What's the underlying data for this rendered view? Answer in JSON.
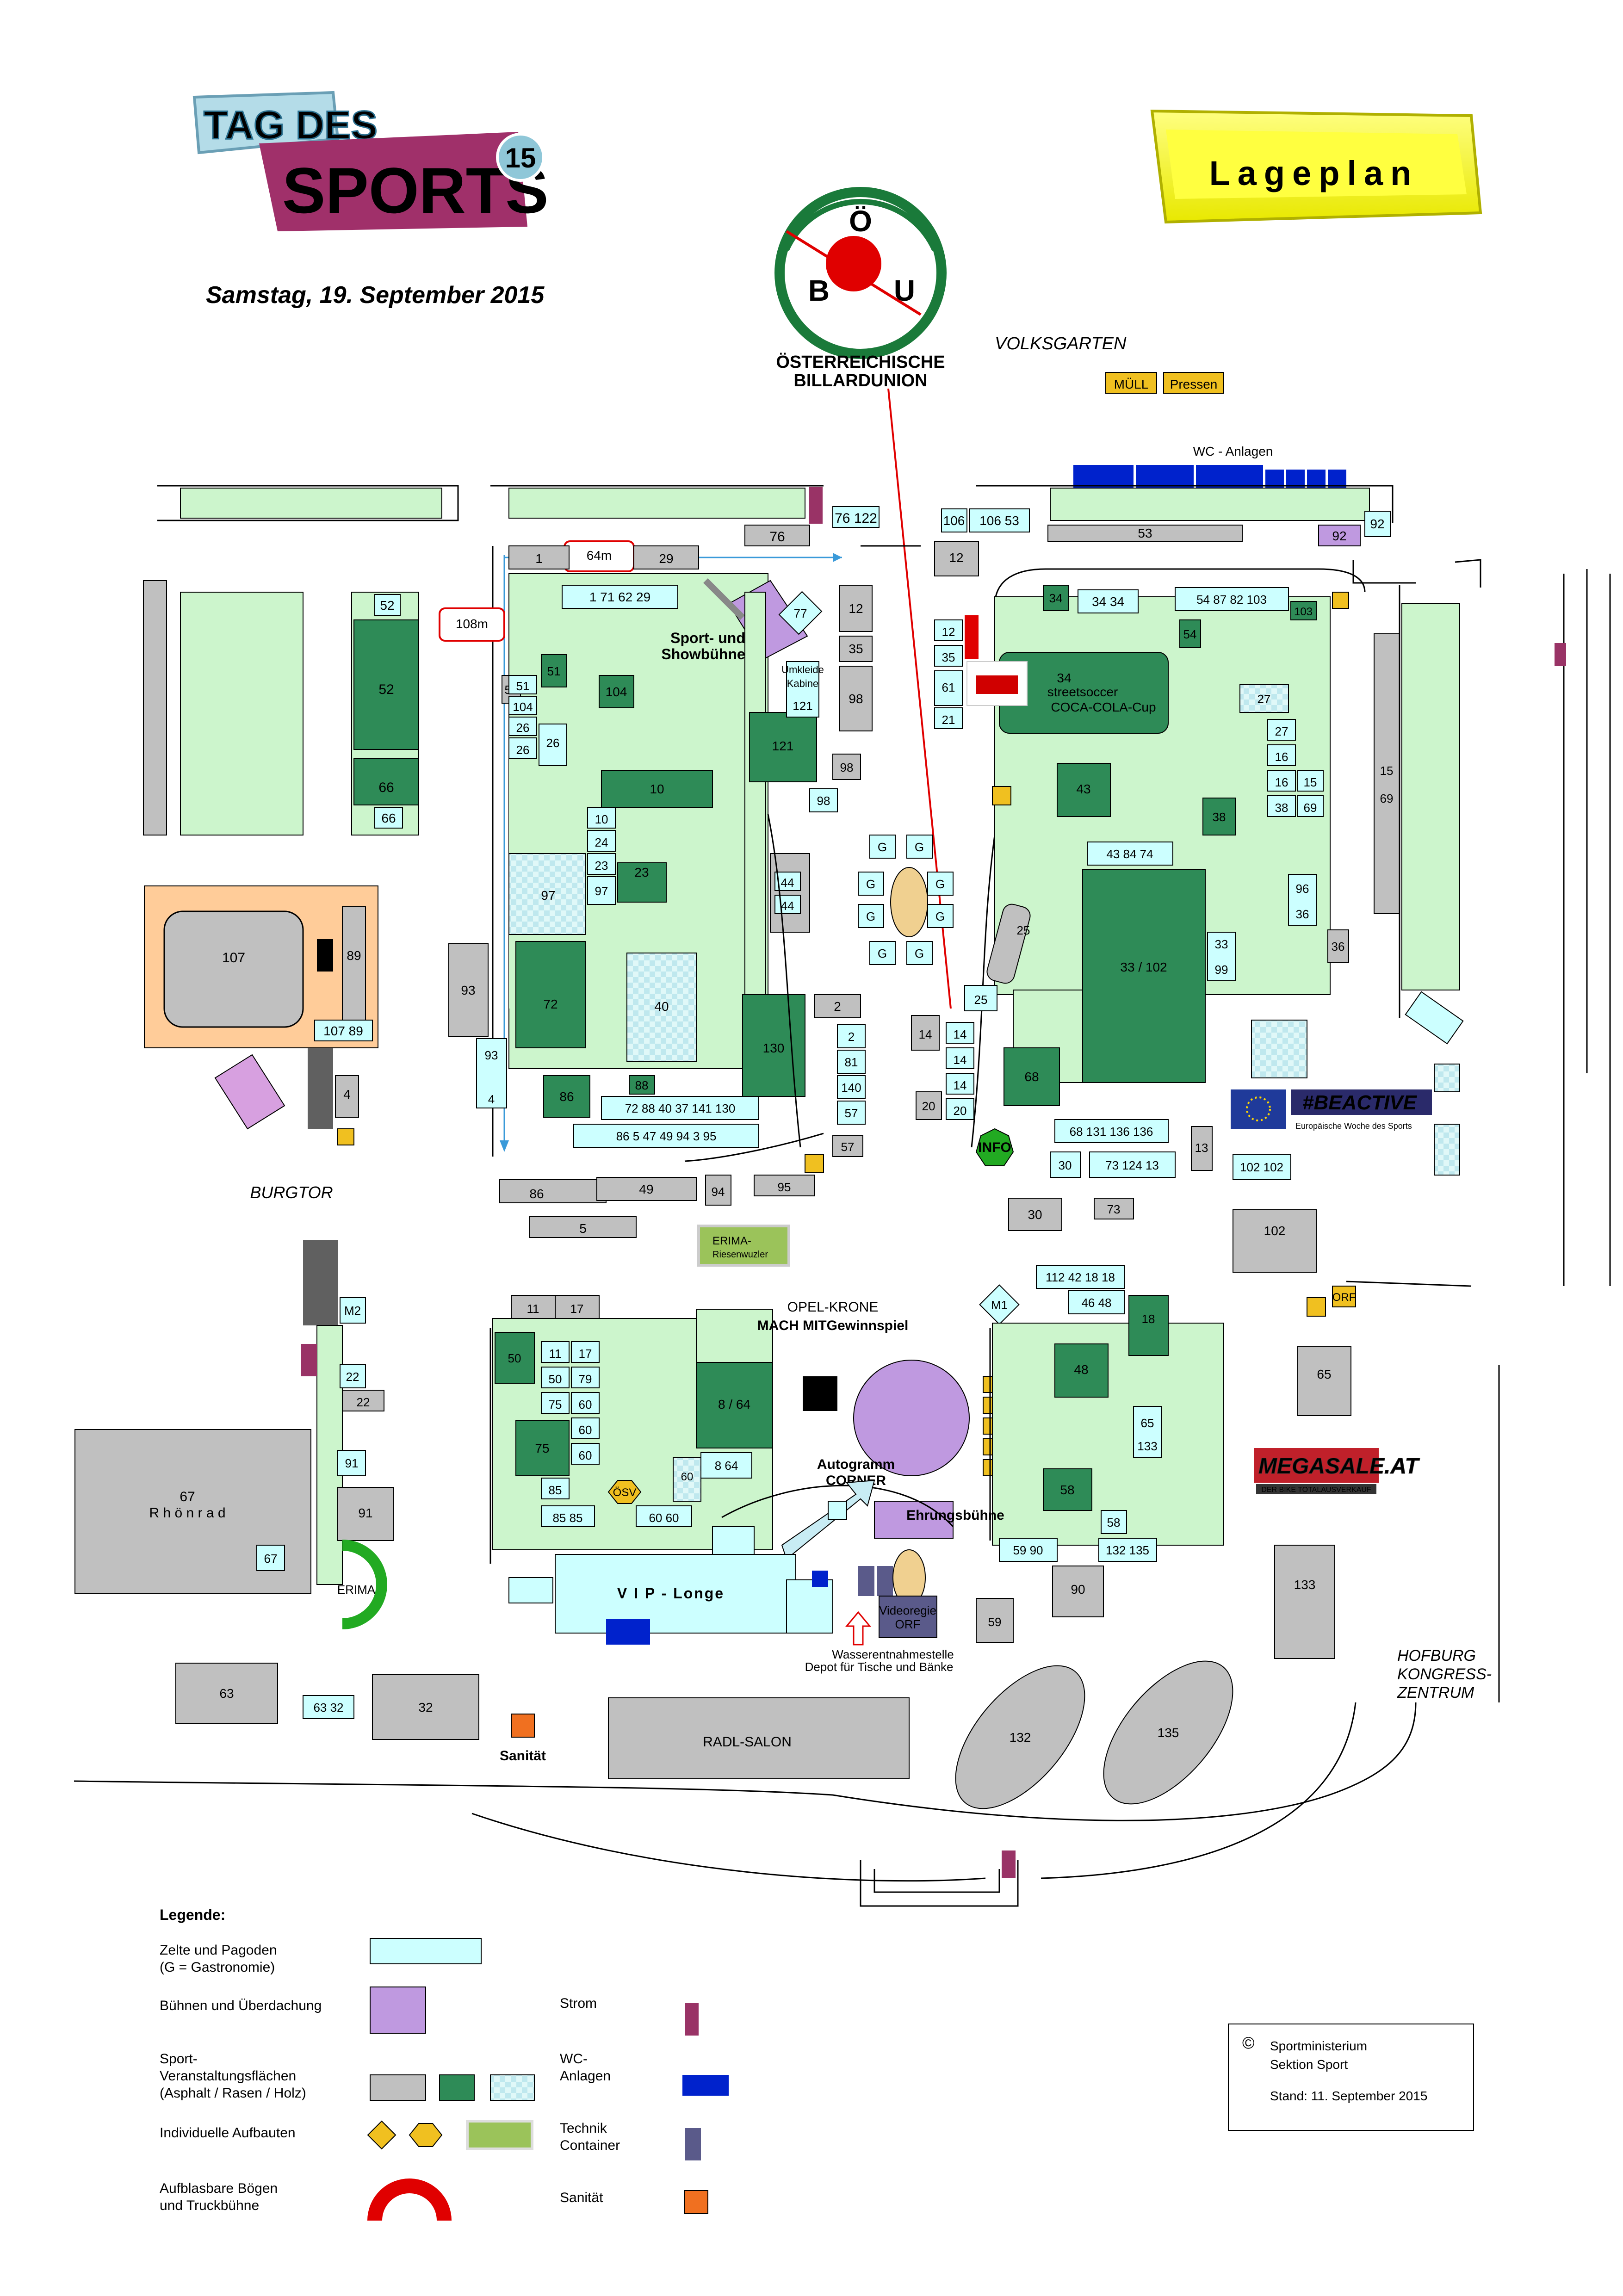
{
  "header": {
    "logo_line1": "TAG DES",
    "logo_line2": "SPORTS",
    "logo_badge": "15",
    "date": "Samstag, 19. September 2015",
    "title": "Lageplan",
    "billiard_logo_letters": [
      "Ö",
      "B",
      "U"
    ],
    "billiard_name_line1": "ÖSTERREICHISCHE",
    "billiard_name_line2": "BILLARDUNION"
  },
  "colors": {
    "tent": "#ccffff",
    "stage": "#bf99e0",
    "sport_light": "#ccf5cc",
    "sport_dark": "#2e8b57",
    "gray_surface": "#c0c0c0",
    "wc": "#0022cc",
    "power": "#993366",
    "first_aid": "#f07020",
    "tech": "#5a5a8a",
    "yellow": "#f0c020",
    "orange_area": "#ffcc99",
    "title_yellow": "#f0f020",
    "date_color": "#993333"
  },
  "places": {
    "volksgarten": "VOLKSGARTEN",
    "burgtor": "BURGTOR",
    "hofburg": [
      "HOFBURG",
      "KONGRESS-",
      "ZENTRUM"
    ],
    "muell": "MÜLL",
    "pressen": "Pressen",
    "wc_anlagen": "WC - Anlagen",
    "sport_show": [
      "Sport- und",
      "Showbühne"
    ],
    "umkleide": [
      "Umkleide",
      "Kabine"
    ],
    "streetsoccer": [
      "34",
      "streetsoccer",
      "COCA-COLA-Cup"
    ],
    "info": "INFO",
    "erima_riesen": [
      "ERIMA-",
      "Riesenwuzler"
    ],
    "opel_krone": "OPEL-KRONE",
    "mach_mit": "MACH MITGewinnspiel",
    "autogramm": [
      "Autogramm",
      "CORNER"
    ],
    "ehrung": "Ehrungsbühne",
    "vip": "V I P  -  Longe",
    "videoregie": [
      "Videoregie",
      "ORF"
    ],
    "wasser": [
      "Wasserentnahmestelle",
      "Depot für Tische und Bänke"
    ],
    "radl": "RADL-SALON",
    "sanitaet": "Sanität",
    "rhoenrad": [
      "67",
      "R h ö n r a d"
    ],
    "erima": "ERIMA",
    "orf": "ORF",
    "osv": "ÖSV",
    "dist_64": "64m",
    "dist_108": "108m",
    "beactive": "#BEACTIVE",
    "beactive_sub": "Europäische Woche des Sports",
    "megasale": "MEGASALE.AT",
    "megasale_sub": "DER BIKE TOTALAUSVERKAUF"
  },
  "labels": {
    "l1": "1",
    "l29": "29",
    "l52": "52",
    "l66": "66",
    "l107": "107",
    "l89": "89",
    "l107_89": "107  89",
    "l4": "4",
    "l93": "93",
    "row_1_71": "1   71   62   29",
    "l77": "77",
    "l12": "12",
    "l35": "35",
    "l98": "98",
    "l51": "51",
    "l104": "104",
    "l26": "26",
    "l10": "10",
    "l24": "24",
    "l23": "23",
    "l97": "97",
    "l72": "72",
    "l40": "40",
    "l121": "121",
    "l130": "130",
    "l88": "88",
    "l86": "86",
    "row_72_88": "72   88   40   37  141  130",
    "row_86_5": "86    5    47    49    94    3    95",
    "l44": "44",
    "l2": "2",
    "l81": "81",
    "l140": "140",
    "l57": "57",
    "l14": "14",
    "l20": "20",
    "l25": "25",
    "l95": "95",
    "l49": "49",
    "l94": "94",
    "l5": "5",
    "l76": "76",
    "l76_122": "76  122",
    "l106": "106",
    "l106_53": "106  53",
    "l53": "53",
    "l92": "92",
    "l34": "34",
    "l34_34": "34    34",
    "row_54": "54  87  82  103",
    "l103": "103",
    "l54": "54",
    "l61": "61",
    "l21": "21",
    "l27": "27",
    "l16": "16",
    "l15": "15",
    "l38": "38",
    "l69": "69",
    "l43": "43",
    "row_43_84": "43   84   74",
    "l96": "96",
    "l36": "36",
    "l33": "33",
    "l99": "99",
    "l33_102": "33 / 102",
    "l68": "68",
    "row_68_131": "68  131  136  136",
    "l30": "30",
    "row_73": "73   124   13",
    "l13": "13",
    "l102_102": "102 102",
    "l73": "73",
    "l102": "102",
    "l11": "11",
    "l17": "17",
    "l50": "50",
    "l79": "79",
    "l75": "75",
    "l60": "60",
    "l85": "85",
    "l85_85": "85   85",
    "l60_60": "60   60",
    "l8_64": "8 / 64",
    "l8": "8   64",
    "row_112": "112  42   18   18",
    "l46_48": "46  48",
    "l18": "18",
    "l48": "48",
    "l65": "65",
    "l133": "133",
    "l58": "58",
    "l132_135": "132  135",
    "l59_90": "59   90",
    "l90": "90",
    "l59": "59",
    "l M1": "M1",
    "l132": "132",
    "l135": "135",
    "l63": "63",
    "l63_32": "63  32",
    "l32": "32",
    "l67": "67",
    "l91": "91",
    "l22": "22",
    "lM2": "M2",
    "g": "G"
  },
  "legend": {
    "title": "Legende:",
    "tents": [
      "Zelte und Pagoden",
      "(G = Gastronomie)"
    ],
    "stages": "Bühnen und Überdachung",
    "sport": [
      "Sport-",
      "Veranstaltungsflächen",
      "(Asphalt / Rasen / Holz)"
    ],
    "individual": "Individuelle Aufbauten",
    "inflatable": [
      "Aufblasbare Bögen",
      "und Truckbühne"
    ],
    "power": "Strom",
    "wc": [
      "WC-",
      "Anlagen"
    ],
    "tech": [
      "Technik",
      "Container"
    ],
    "first_aid": "Sanität"
  },
  "credits": {
    "copyright": "©",
    "ministry": "Sportministerium",
    "section": "Sektion Sport",
    "stand": "Stand:  11. September  2015"
  }
}
